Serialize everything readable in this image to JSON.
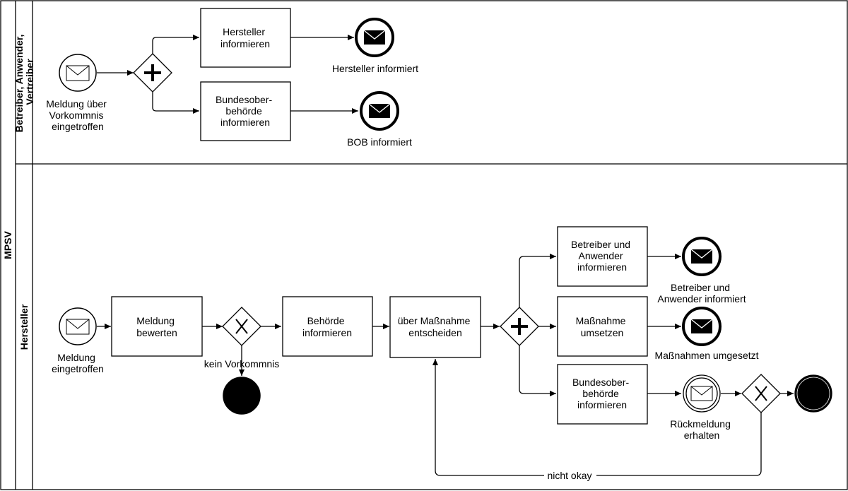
{
  "pool": {
    "label": "MPSV"
  },
  "lanes": [
    {
      "id": "betreiber",
      "label_lines": [
        "Betreiber, Anwender,",
        "Vertreiber"
      ]
    },
    {
      "id": "hersteller",
      "label_lines": [
        "Hersteller"
      ]
    }
  ],
  "events": {
    "e_meldung_vorkommnis": {
      "type": "message-start",
      "label_lines": [
        "Meldung über",
        "Vorkommnis",
        "eingetroffen"
      ]
    },
    "e_hersteller_informiert": {
      "type": "message-end",
      "label_lines": [
        "Hersteller informiert"
      ]
    },
    "e_bob_informiert": {
      "type": "message-end",
      "label_lines": [
        "BOB informiert"
      ]
    },
    "e_meldung_eingetroffen": {
      "type": "message-start",
      "label_lines": [
        "Meldung",
        "eingetroffen"
      ]
    },
    "e_kein_vorkommnis_end": {
      "type": "end",
      "label_lines": []
    },
    "e_betreiber_informiert": {
      "type": "message-end",
      "label_lines": [
        "Betreiber und",
        "Anwender informiert"
      ]
    },
    "e_massnahmen_umgesetzt": {
      "type": "message-end",
      "label_lines": [
        "Maßnahmen umgesetzt"
      ]
    },
    "e_rueckmeldung": {
      "type": "message-intermediate",
      "label_lines": [
        "Rückmeldung",
        "erhalten"
      ]
    },
    "e_final_end": {
      "type": "end",
      "label_lines": []
    }
  },
  "tasks": {
    "t_hersteller_informieren": {
      "label_lines": [
        "Hersteller",
        "informieren"
      ]
    },
    "t_bob_informieren_1": {
      "label_lines": [
        "Bundesober-",
        "behörde",
        "informieren"
      ]
    },
    "t_meldung_bewerten": {
      "label_lines": [
        "Meldung",
        "bewerten"
      ]
    },
    "t_behoerde_informieren": {
      "label_lines": [
        "Behörde",
        "informieren"
      ]
    },
    "t_massnahme_entscheiden": {
      "label_lines": [
        "über Maßnahme",
        "entscheiden"
      ]
    },
    "t_betreiber_informieren": {
      "label_lines": [
        "Betreiber und",
        "Anwender",
        "informieren"
      ]
    },
    "t_massnahme_umsetzen": {
      "label_lines": [
        "Maßnahme",
        "umsetzen"
      ]
    },
    "t_bob_informieren_2": {
      "label_lines": [
        "Bundesober-",
        "behörde",
        "informieren"
      ]
    }
  },
  "gateways": {
    "g_parallel_1": {
      "type": "parallel"
    },
    "g_exclusive_1": {
      "type": "exclusive"
    },
    "g_parallel_2": {
      "type": "parallel"
    },
    "g_exclusive_2": {
      "type": "exclusive"
    }
  },
  "flow_labels": {
    "kein_vorkommnis": "kein Vorkommnis",
    "nicht_okay": "nicht okay"
  }
}
